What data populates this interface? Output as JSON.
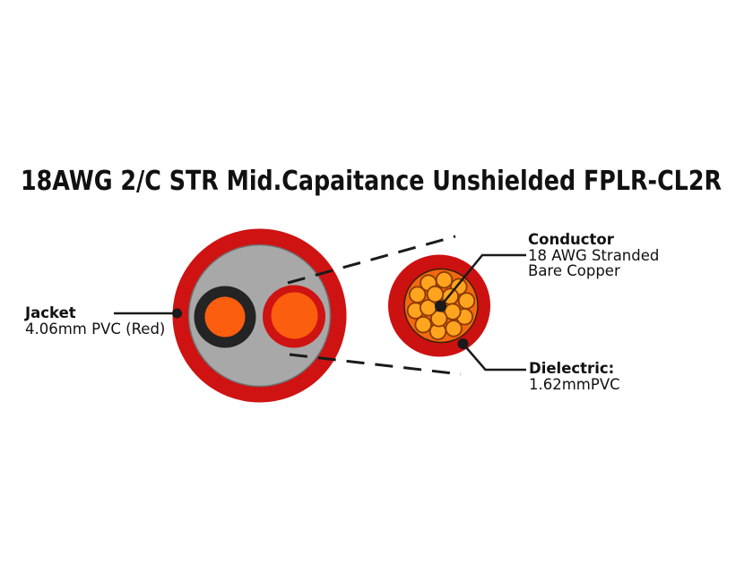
{
  "title": "18AWG 2/C STR Mid.Capaitance Unshielded FPLR-CL2R",
  "labels": {
    "jacket": {
      "heading": "Jacket",
      "detail": "4.06mm PVC (Red)"
    },
    "conductor": {
      "heading": "Conductor",
      "detail_line1": "18 AWG Stranded",
      "detail_line2": "Bare Copper"
    },
    "dielectric": {
      "heading": "Dielectric:",
      "detail": "1.62mmPVC"
    }
  },
  "diagram": {
    "conductor_count": 2,
    "strands": {
      "outer_count": 10,
      "inner_count": 5
    }
  },
  "colors": {
    "jacket_red": "#CE1312",
    "insulation_gray": "#A8A8A8",
    "black_ring": "#242424",
    "core_orange": "#FB5E0E",
    "detail_red": "#CC1111",
    "detail_orange_bg": "#F2690F",
    "strand_fill": "#FFA41F",
    "strand_stroke": "#8A3A00",
    "line": "#1A1A1A",
    "text": "#111111",
    "background": "#FFFFFF"
  }
}
